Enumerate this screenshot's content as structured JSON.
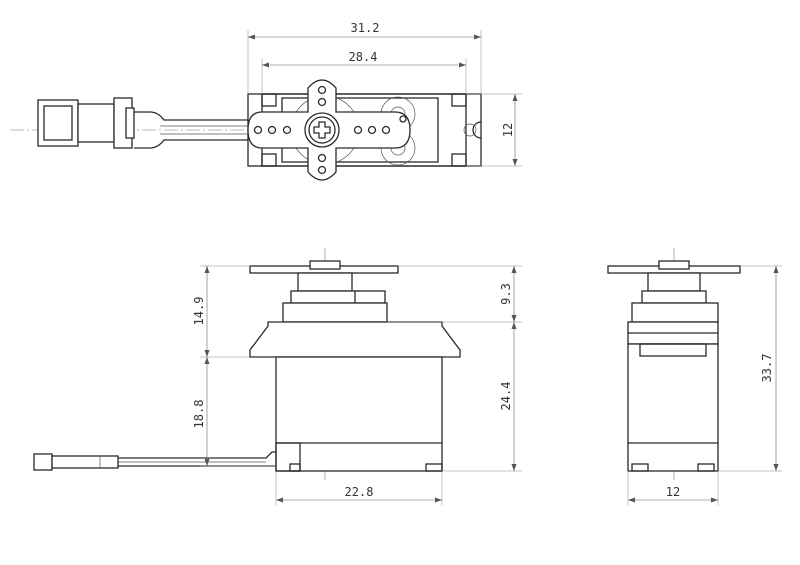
{
  "dimensions": {
    "top_overall_width": "31.2",
    "top_mount_width": "28.4",
    "top_height": "12",
    "front_upper_height": "14.9",
    "front_gear_height": "9.3",
    "front_lower_height": "18.8",
    "front_body_height": "24.4",
    "front_body_width": "22.8",
    "side_total_height": "33.7",
    "side_width": "12"
  }
}
